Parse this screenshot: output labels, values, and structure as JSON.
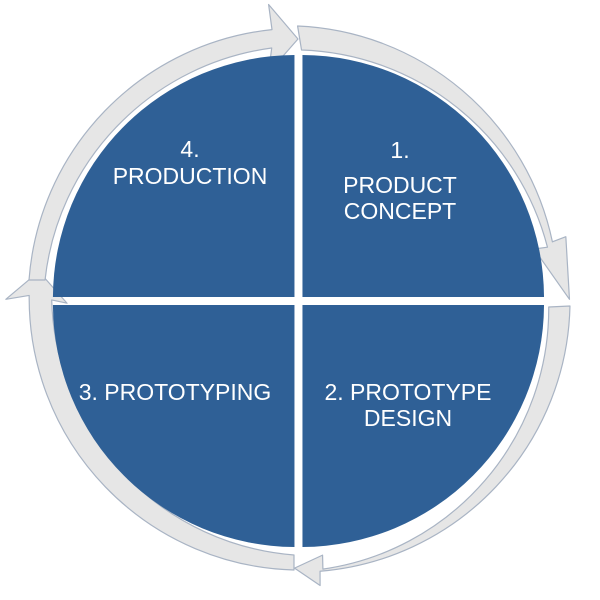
{
  "diagram": {
    "type": "cycle",
    "direction": "clockwise",
    "colors": {
      "quadrant_fill": "#2f6096",
      "arrow_fill": "#e6e6e6",
      "arrow_outline": "#a9b4c4",
      "label_text": "#ffffff",
      "background": "#ffffff"
    },
    "stages": [
      {
        "number": "1.",
        "name_line1": "PRODUCT",
        "name_line2": "CONCEPT"
      },
      {
        "label_line1": "2. PROTOTYPE",
        "label_line2": "DESIGN"
      },
      {
        "label": "3. PROTOTYPING"
      },
      {
        "number": "4.",
        "name": "PRODUCTION"
      }
    ]
  }
}
